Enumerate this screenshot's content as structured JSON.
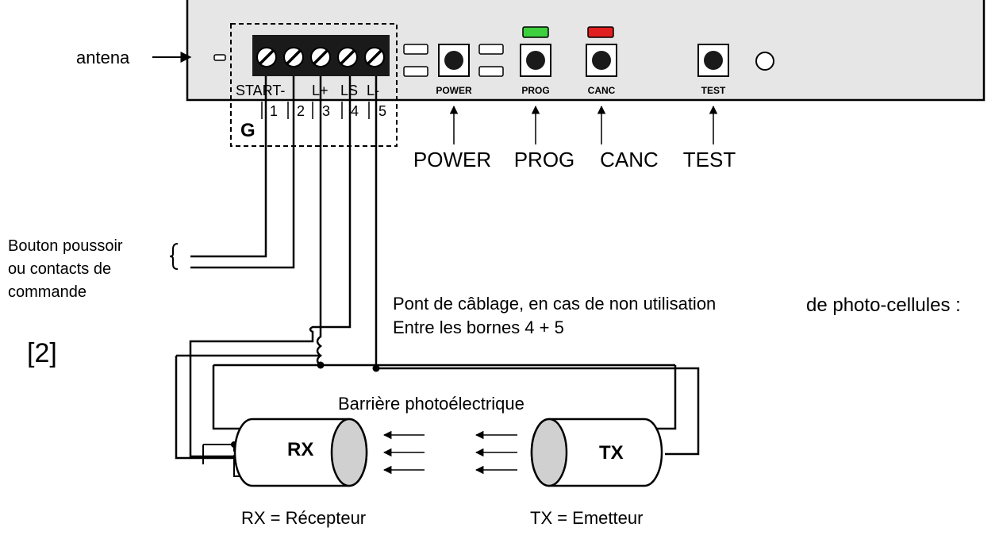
{
  "labels": {
    "antenna": "antena",
    "group": "G",
    "bracket_number": "[2]",
    "pushbutton_1": "Bouton poussoir",
    "pushbutton_2": "ou contacts de",
    "pushbutton_3": "commande",
    "bridge_1a": "Pont de câblage, en cas de non utilisation",
    "bridge_1b": "de photo-cellules :",
    "bridge_2": "Entre les bornes 4 + 5",
    "barrier": "Barrière photoélectrique",
    "rx": "RX",
    "tx": "TX",
    "rx_legend": "RX = Récepteur",
    "tx_legend": "TX = Emetteur"
  },
  "terminals": {
    "names": [
      "START-",
      "L+",
      "LS",
      "L-"
    ],
    "numbers": [
      "1",
      "2",
      "3",
      "4",
      "5"
    ]
  },
  "buttons": {
    "small": [
      "POWER",
      "PROG",
      "CANC",
      "TEST"
    ],
    "big": [
      "POWER",
      "PROG",
      "CANC",
      "TEST"
    ]
  },
  "leds": {
    "prog": "#3ecf3e",
    "canc": "#e02020"
  },
  "colors": {
    "board": "#e6e6e6",
    "terminal_block": "#1a1a1a",
    "cylinder": "#d0d0d0"
  }
}
